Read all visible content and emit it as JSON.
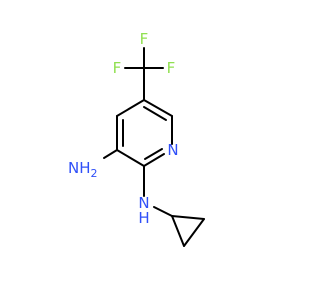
{
  "molecule": {
    "atom_labels": {
      "F_top": "F",
      "F_left": "F",
      "F_right": "F",
      "N_ring": "N",
      "NH2": "NH",
      "NH2_sub": "2",
      "NH_cyclopropyl": "N",
      "NH_cyclopropyl_H": "H"
    },
    "colors": {
      "fluorine": "#90E050",
      "nitrogen": "#3050F8",
      "bond": "#000000"
    }
  }
}
